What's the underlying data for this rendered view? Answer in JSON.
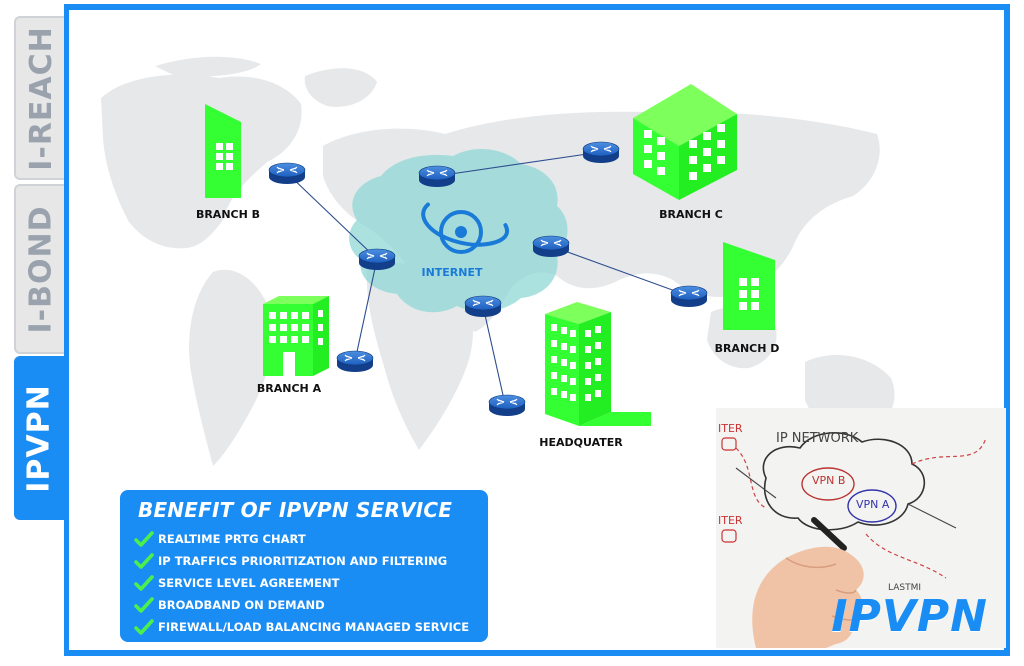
{
  "side_tabs": [
    {
      "label": "I-REACH",
      "active": false
    },
    {
      "label": "I-BOND",
      "active": false
    },
    {
      "label": "IPVPN",
      "active": true
    }
  ],
  "diagram": {
    "internet_label": "INTERNET",
    "sites": {
      "branch_a": "BRANCH A",
      "branch_b": "BRANCH B",
      "branch_c": "BRANCH C",
      "branch_d": "BRANCH D",
      "headquarter": "HEADQUATER"
    }
  },
  "benefits": {
    "title": "BENEFIT OF IPVPN SERVICE",
    "items": [
      "REALTIME PRTG CHART",
      "IP TRAFFICS PRIORITIZATION AND FILTERING",
      "SERVICE LEVEL AGREEMENT",
      "BROADBAND ON DEMAND",
      "FIREWALL/LOAD BALANCING MANAGED SERVICE"
    ]
  },
  "brand": {
    "title": "IPVPN",
    "sketch_labels": {
      "network": "IP NETWORK",
      "vpn_b": "VPN B",
      "vpn_a": "VPN A",
      "lastmile": "LASTMI",
      "router_1": "ITER",
      "router_2": "ITER"
    }
  },
  "colors": {
    "accent_blue": "#1a8df5",
    "building_green": "#33ff33",
    "internet_cloud": "#8fd8d6",
    "router_blue": "#1b57b3",
    "map_gray": "#e6e8ea"
  }
}
